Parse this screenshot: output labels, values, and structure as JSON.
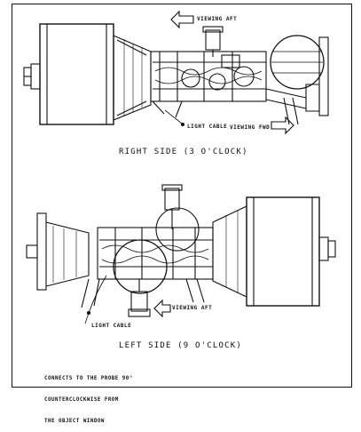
{
  "top_view": {
    "viewing_aft": "VIEWING AFT",
    "light_cable": "LIGHT CABLE",
    "viewing_fwd": "VIEWING FWD",
    "caption": "RIGHT SIDE (3 O'CLOCK)"
  },
  "bottom_view": {
    "viewing_aft": "VIEWING AFT",
    "light_cable": "LIGHT CABLE",
    "caption": "LEFT SIDE (9 O'CLOCK)"
  },
  "note_lines": [
    "CONNECTS TO THE PROBE 90°",
    "COUNTERCLOCKWISE FROM",
    "THE OBJECT WINDOW"
  ]
}
